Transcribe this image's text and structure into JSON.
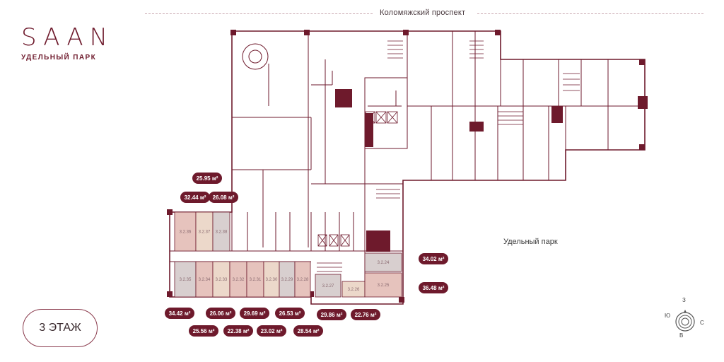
{
  "brand": {
    "logo": "SAAN",
    "subtitle": "УДЕЛЬНЫЙ ПАРК"
  },
  "street": "Коломяжский проспект",
  "park": "Удельный парк",
  "floor": "3 ЭТАЖ",
  "compass": {
    "north": "З",
    "west": "Ю",
    "east": "С",
    "south": "В"
  },
  "colors": {
    "wall": "#6e1a2c",
    "badge": "#6e1a2c",
    "unit_pink": "#e6c3bd",
    "unit_beige": "#ecd8ca",
    "unit_gray": "#d8cfcf"
  },
  "units": [
    {
      "id": "3.2.36",
      "area": "32.44 м²"
    },
    {
      "id": "3.2.37",
      "area": "25.95 м²"
    },
    {
      "id": "3.2.38",
      "area": "26.08 м²"
    },
    {
      "id": "3.2.35",
      "area": "34.42 м²"
    },
    {
      "id": "3.2.34",
      "area": "25.56 м²"
    },
    {
      "id": "3.2.33",
      "area": "26.06 м²"
    },
    {
      "id": "3.2.32",
      "area": "22.38 м²"
    },
    {
      "id": "3.2.31",
      "area": "29.69 м²"
    },
    {
      "id": "3.2.30",
      "area": "23.02 м²"
    },
    {
      "id": "3.2.29",
      "area": "26.53 м²"
    },
    {
      "id": "3.2.28",
      "area": "28.54 м²"
    },
    {
      "id": "3.2.27",
      "area": "29.86 м²"
    },
    {
      "id": "3.2.26",
      "area": "22.76 м²"
    },
    {
      "id": "3.2.24",
      "area": "34.02 м²"
    },
    {
      "id": "3.2.25",
      "area": "36.48 м²"
    }
  ]
}
